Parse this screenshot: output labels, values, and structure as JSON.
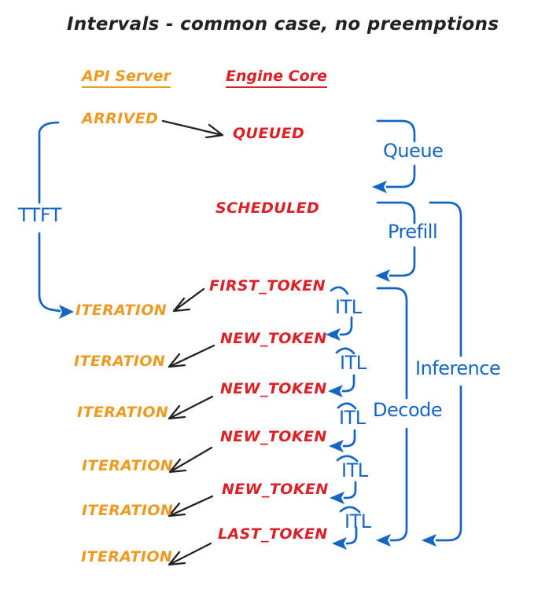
{
  "title": "Intervals - common case, no preemptions",
  "colors": {
    "orange": "#EC9A22",
    "red": "#DB2127",
    "blue": "#1565C5",
    "ink": "#222222"
  },
  "columns": {
    "api_server": "API Server",
    "engine_core": "Engine Core"
  },
  "events": {
    "api": {
      "arrived": "ARRIVED",
      "iterations": [
        "ITERATION",
        "ITERATION",
        "ITERATION",
        "ITERATION",
        "ITERATION",
        "ITERATION"
      ]
    },
    "engine": {
      "queued": "QUEUED",
      "scheduled": "SCHEDULED",
      "first_token": "FIRST_TOKEN",
      "new_tokens": [
        "NEW_TOKEN",
        "NEW_TOKEN",
        "NEW_TOKEN",
        "NEW_TOKEN"
      ],
      "last_token": "LAST_TOKEN"
    }
  },
  "intervals": {
    "ttft": "TTFT",
    "queue": "Queue",
    "prefill": "Prefill",
    "decode": "Decode",
    "inference": "Inference",
    "itl": [
      "ITL",
      "ITL",
      "ITL",
      "ITL",
      "ITL"
    ]
  }
}
